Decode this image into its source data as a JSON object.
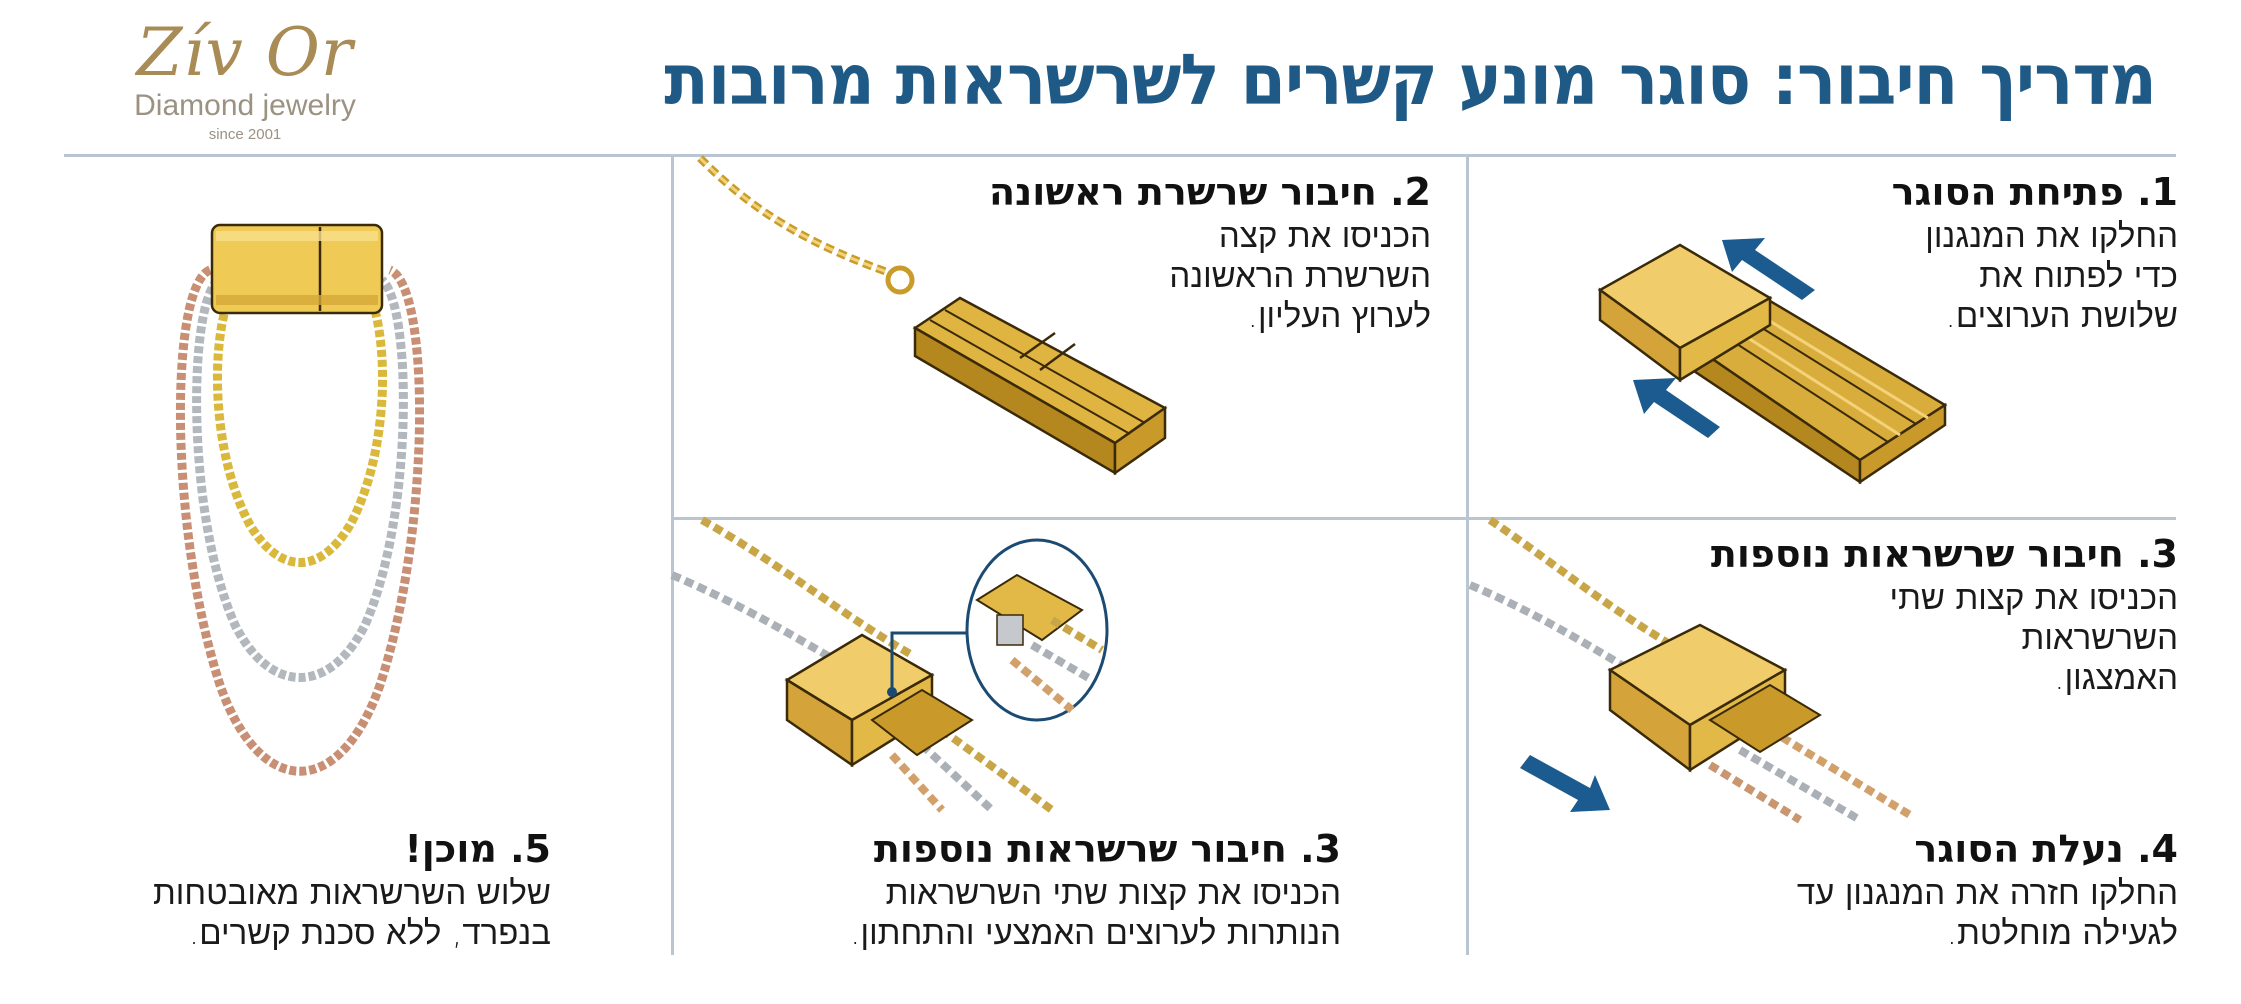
{
  "logo": {
    "name": "Zív Or",
    "subtitle": "Diamond jewelry",
    "since": "since 2001"
  },
  "title": "מדריך חיבור: סוגר מונע קשרים לשרשראות מרובות",
  "colors": {
    "title": "#1f5a87",
    "arrow": "#1b5b8f",
    "gold": "#e2b947",
    "gold_dark": "#b58a1f",
    "silver": "#b9bec4",
    "rose": "#d49a7a",
    "grid_line": "#b9c6d2",
    "logo_gold": "#a88b55"
  },
  "steps": [
    {
      "id": "step-1",
      "title": "1. פתיחת הסוגר",
      "body": [
        "החלקו את המנגנון",
        "כדי לפתוח את",
        "שלושת הערוצים."
      ],
      "illustration": "clasp-open-with-arrows-icon"
    },
    {
      "id": "step-2",
      "title": "2. חיבור שרשרת ראשונה",
      "body": [
        "הכניסו את קצה",
        "השרשרת הראשונה",
        "לערוץ העליון."
      ],
      "illustration": "clasp-first-chain-icon"
    },
    {
      "id": "step-3a",
      "title": "3. חיבור שרשראות נוספות",
      "body": [
        "הכניסו את קצות שתי",
        "השרשראות",
        "האמצגון."
      ],
      "illustration": "clasp-sliding-closed-icon"
    },
    {
      "id": "step-3b",
      "title": "3. חיבור שרשראות נוספות",
      "body": [
        "הכניסו את קצות שתי השרשראות",
        "הנותרות לערוצים האמצעי והתחתון."
      ],
      "illustration": "clasp-three-chains-with-magnifier-icon"
    },
    {
      "id": "step-4",
      "title": "4. נעלת הסוגר",
      "body": [
        "החלקו חזרה את המנגנון עד",
        "לגעילה מוחלטת."
      ],
      "illustration": "clasp-locked-arrow-icon"
    },
    {
      "id": "step-5",
      "title": "5. מוכן!",
      "body": [
        "שלוש השרשראות מאובטחות",
        "בנפרד, ללא סכנת קשרים."
      ],
      "illustration": "three-layered-necklaces-icon"
    }
  ]
}
